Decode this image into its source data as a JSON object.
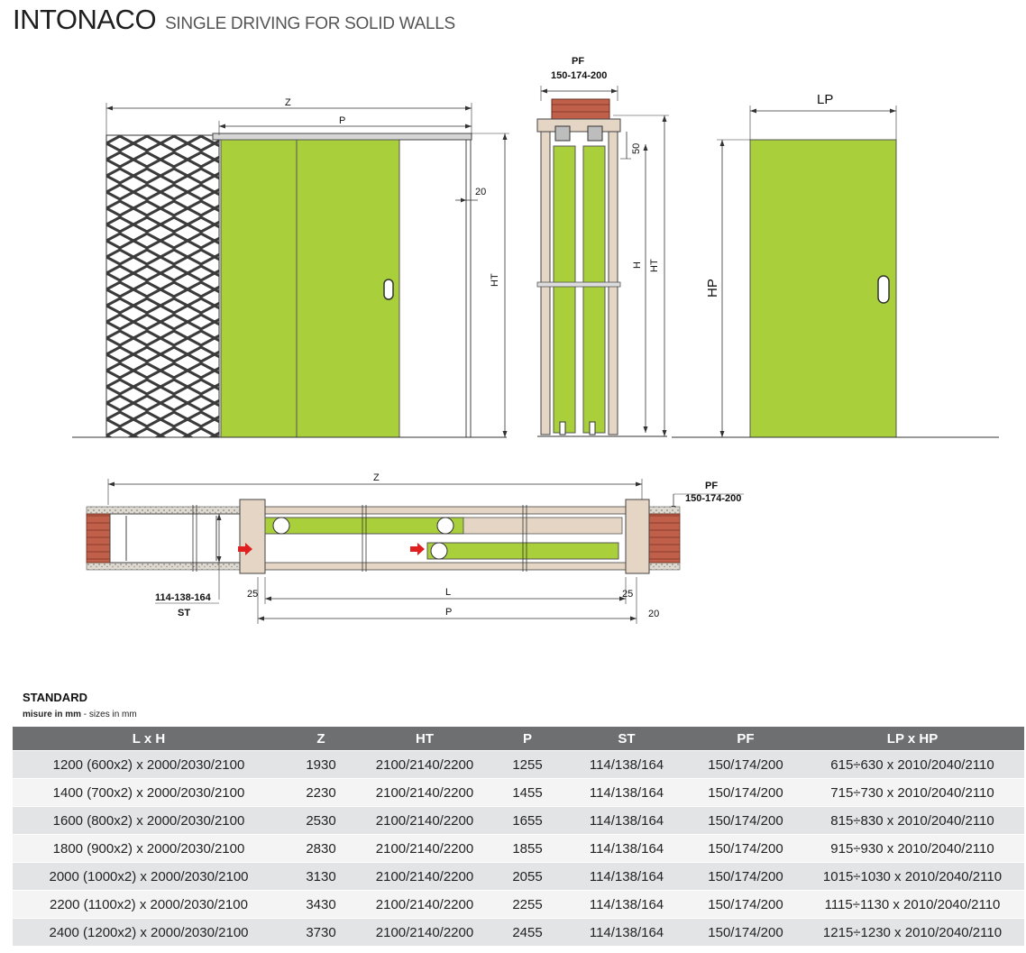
{
  "header": {
    "title": "INTONACO",
    "subtitle": "SINGLE DRIVING FOR SOLID WALLS"
  },
  "colors": {
    "door_green": "#a9cf3a",
    "frame_beige": "#e4d5c4",
    "brick": "#c0604a",
    "table_header": "#6d6f71"
  },
  "front_view": {
    "z": "Z",
    "p": "P",
    "ht": "HT",
    "gap": "20"
  },
  "side_section": {
    "pf": "PF",
    "pf_values": "150-174-200",
    "h": "H",
    "ht": "HT",
    "top": "50"
  },
  "panel_view": {
    "lp": "LP",
    "hp": "HP"
  },
  "plan_view": {
    "z": "Z",
    "pf": "PF",
    "pf_values": "150-174-200",
    "st_values": "114-138-164",
    "st": "ST",
    "left_gap": "25",
    "right_gap": "25",
    "l": "L",
    "p": "P",
    "end_gap": "20"
  },
  "standard": {
    "title": "STANDARD",
    "note_bold": "misure in mm",
    "note_rest": " - sizes in mm",
    "columns": [
      "L x H",
      "Z",
      "HT",
      "P",
      "ST",
      "PF",
      "LP x HP"
    ],
    "rows": [
      [
        "1200 (600x2) x 2000/2030/2100",
        "1930",
        "2100/2140/2200",
        "1255",
        "114/138/164",
        "150/174/200",
        "615÷630 x 2010/2040/2110"
      ],
      [
        "1400 (700x2) x 2000/2030/2100",
        "2230",
        "2100/2140/2200",
        "1455",
        "114/138/164",
        "150/174/200",
        "715÷730 x 2010/2040/2110"
      ],
      [
        "1600 (800x2) x 2000/2030/2100",
        "2530",
        "2100/2140/2200",
        "1655",
        "114/138/164",
        "150/174/200",
        "815÷830 x 2010/2040/2110"
      ],
      [
        "1800 (900x2) x 2000/2030/2100",
        "2830",
        "2100/2140/2200",
        "1855",
        "114/138/164",
        "150/174/200",
        "915÷930 x 2010/2040/2110"
      ],
      [
        "2000 (1000x2) x 2000/2030/2100",
        "3130",
        "2100/2140/2200",
        "2055",
        "114/138/164",
        "150/174/200",
        "1015÷1030 x 2010/2040/2110"
      ],
      [
        "2200 (1100x2) x 2000/2030/2100",
        "3430",
        "2100/2140/2200",
        "2255",
        "114/138/164",
        "150/174/200",
        "1115÷1130 x 2010/2040/2110"
      ],
      [
        "2400 (1200x2) x 2000/2030/2100",
        "3730",
        "2100/2140/2200",
        "2455",
        "114/138/164",
        "150/174/200",
        "1215÷1230 x 2010/2040/2110"
      ]
    ]
  }
}
